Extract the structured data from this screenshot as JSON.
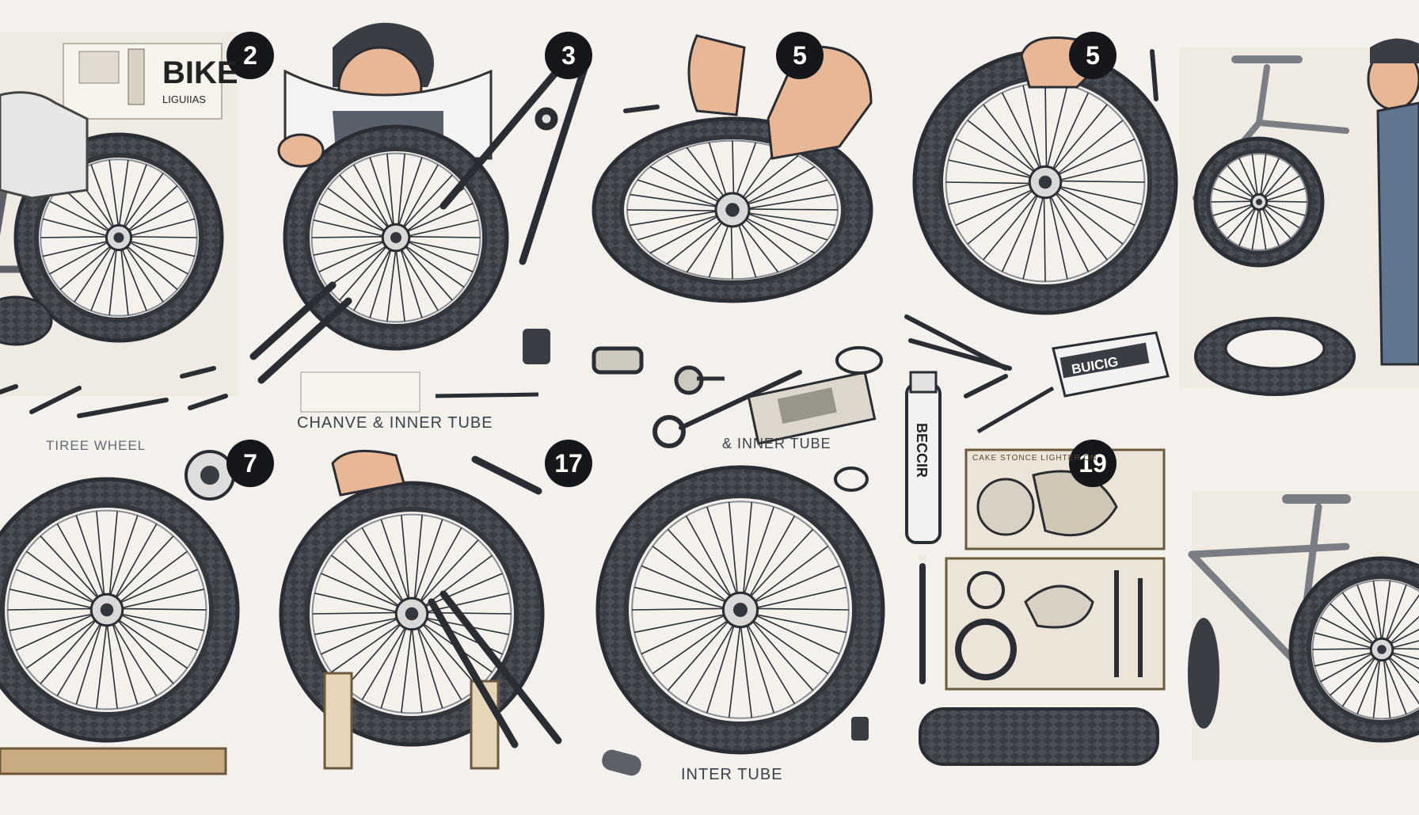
{
  "colors": {
    "background": "#f4f1ec",
    "ink": "#2a2d33",
    "tire": "#4a4e56",
    "tire_dark": "#33363c",
    "badge": "#15171b",
    "badge_text": "#ffffff",
    "panel_bg": "#ebe6dc",
    "skin": "#e8b896",
    "denim": "#5f7590"
  },
  "steps": [
    {
      "number": "2"
    },
    {
      "number": "3"
    },
    {
      "number": "5"
    },
    {
      "number": "5"
    },
    {
      "number": "7"
    },
    {
      "number": "17"
    },
    {
      "number": "19"
    }
  ],
  "sign": {
    "title": "BIKE",
    "subtitle": "LIGUIIAS"
  },
  "captions": {
    "change_tube": "CHANVE & INNER TUBE",
    "inner_tube_right": "& INNER TUBE",
    "tire_wheel": "TIREE WHEEL",
    "inter_tube": "INTER TUBE"
  },
  "product_labels": {
    "tube_glue": "BUICIG",
    "bottle": "BECCIR",
    "box_header": "CAKE STONCE LIGHTER ON"
  },
  "icons": [
    "wrench-icon",
    "tire-lever-icon",
    "glue-tube-icon",
    "bottle-icon",
    "patch-kit-icon",
    "valve-cap-icon",
    "pump-icon",
    "pliers-icon"
  ]
}
